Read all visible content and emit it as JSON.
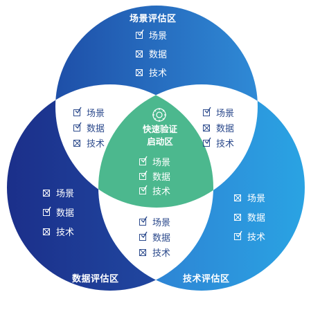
{
  "regions": {
    "scene": {
      "title": "场景评估区",
      "items": [
        {
          "label": "场景",
          "checked": true
        },
        {
          "label": "数据",
          "checked": false
        },
        {
          "label": "技术",
          "checked": false
        }
      ]
    },
    "data": {
      "title": "数据评估区",
      "items": [
        {
          "label": "场景",
          "checked": false
        },
        {
          "label": "数据",
          "checked": true
        },
        {
          "label": "技术",
          "checked": false
        }
      ]
    },
    "tech": {
      "title": "技术评估区",
      "items": [
        {
          "label": "场景",
          "checked": false
        },
        {
          "label": "数据",
          "checked": false
        },
        {
          "label": "技术",
          "checked": true
        }
      ]
    },
    "scene_data": {
      "items": [
        {
          "label": "场景",
          "checked": true
        },
        {
          "label": "数据",
          "checked": true
        },
        {
          "label": "技术",
          "checked": false
        }
      ]
    },
    "scene_tech": {
      "items": [
        {
          "label": "场景",
          "checked": true
        },
        {
          "label": "数据",
          "checked": false
        },
        {
          "label": "技术",
          "checked": true
        }
      ]
    },
    "data_tech": {
      "items": [
        {
          "label": "场景",
          "checked": true
        },
        {
          "label": "数据",
          "checked": true
        },
        {
          "label": "技术",
          "checked": false
        }
      ]
    },
    "center": {
      "title_line1": "快速验证",
      "title_line2": "启动区",
      "icon": "gear-icon",
      "items": [
        {
          "label": "场景",
          "checked": true
        },
        {
          "label": "数据",
          "checked": true
        },
        {
          "label": "技术",
          "checked": true
        }
      ]
    }
  },
  "colors": {
    "top_circle_left": "#1e4fa8",
    "top_circle_right": "#2f8ad6",
    "left_circle": "#1b2f8a",
    "right_circle": "#2aa3e3",
    "center": "#4cb88e",
    "item_dark": "#2c4a8c"
  }
}
